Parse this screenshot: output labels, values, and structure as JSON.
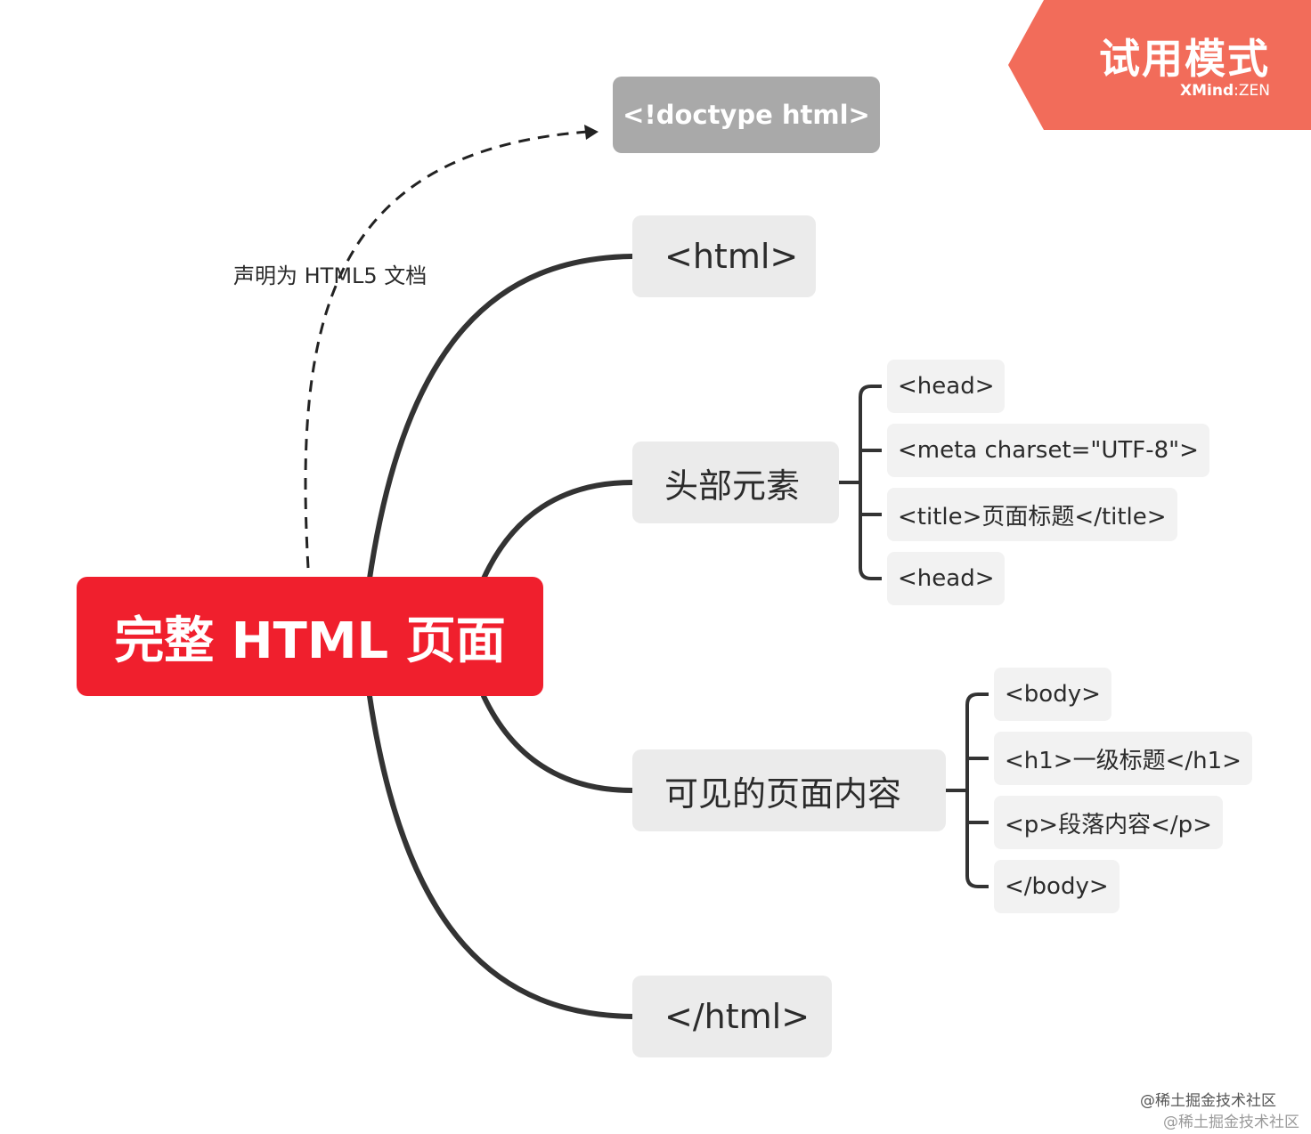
{
  "watermark": {
    "title": "试用模式",
    "brand_bold": "XMind",
    "brand_light": ":ZEN",
    "color": "#f26c5a"
  },
  "root": {
    "label": "完整 HTML 页面",
    "color": "#f01f2d"
  },
  "doctype": {
    "label": "<!doctype html>",
    "edge_label": "声明为 HTML5 文档"
  },
  "branches": {
    "html_open": "<html>",
    "head_group": {
      "label": "头部元素",
      "children": [
        "<head>",
        "<meta charset=\"UTF-8\">",
        "<title>页面标题</title>",
        "<head>"
      ]
    },
    "body_group": {
      "label": "可见的页面内容",
      "children": [
        "<body>",
        "<h1>一级标题</h1>",
        "<p>段落内容</p>",
        "</body>"
      ]
    },
    "html_close": "</html>"
  },
  "credits": {
    "line1": "@稀土掘金技术社区",
    "line2": "@稀土掘金技术社区"
  }
}
